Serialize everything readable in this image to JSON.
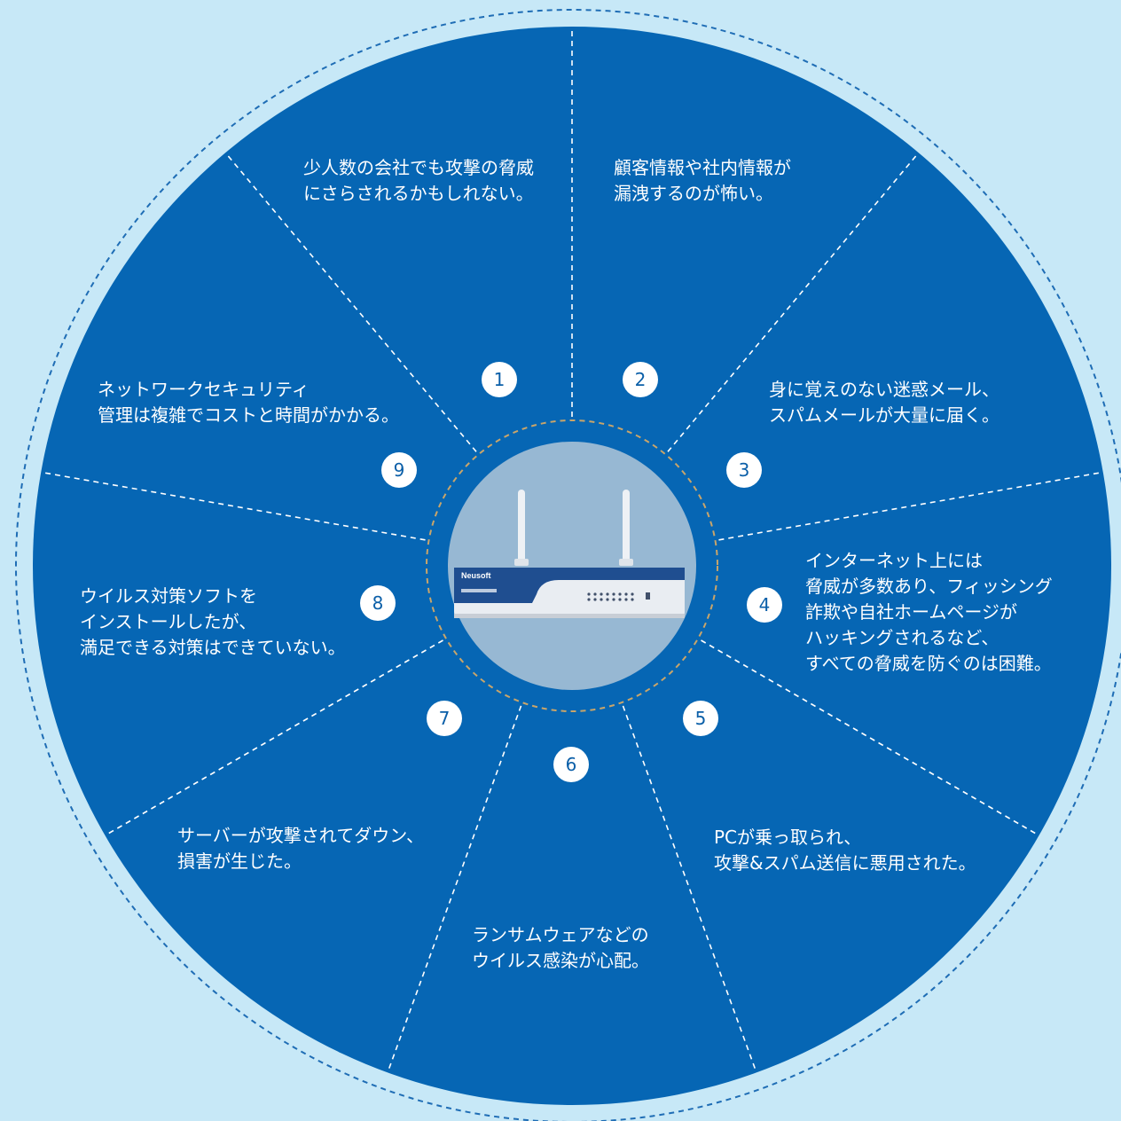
{
  "colors": {
    "background": "#c7e8f7",
    "circle": "#0666b4",
    "hub": "#97b8d3",
    "accent_ring": "#c9a56a",
    "divider": "#ffffff",
    "outer_dash": "#1f6db5"
  },
  "center_image": {
    "icon": "router-device-icon",
    "brand": "Neusoft"
  },
  "segments": [
    {
      "number": "1",
      "lines": [
        "少人数の会社でも攻撃の脅威",
        "にさらされるかもしれない。"
      ]
    },
    {
      "number": "2",
      "lines": [
        "顧客情報や社内情報が",
        "漏洩するのが怖い。"
      ]
    },
    {
      "number": "3",
      "lines": [
        "身に覚えのない迷惑メール、",
        "スパムメールが大量に届く。"
      ]
    },
    {
      "number": "4",
      "lines": [
        "インターネット上には",
        "脅威が多数あり、フィッシング",
        "詐欺や自社ホームページが",
        "ハッキングされるなど、",
        "すべての脅威を防ぐのは困難。"
      ]
    },
    {
      "number": "5",
      "lines": [
        "PCが乗っ取られ、",
        "攻撃&スパム送信に悪用された。"
      ]
    },
    {
      "number": "6",
      "lines": [
        "ランサムウェアなどの",
        "ウイルス感染が心配。"
      ]
    },
    {
      "number": "7",
      "lines": [
        "サーバーが攻撃されてダウン、",
        "損害が生じた。"
      ]
    },
    {
      "number": "8",
      "lines": [
        "ウイルス対策ソフトを",
        "インストールしたが、",
        "満足できる対策はできていない。"
      ]
    },
    {
      "number": "9",
      "lines": [
        "ネットワークセキュリティ",
        "管理は複雑でコストと時間がかかる。"
      ]
    }
  ]
}
